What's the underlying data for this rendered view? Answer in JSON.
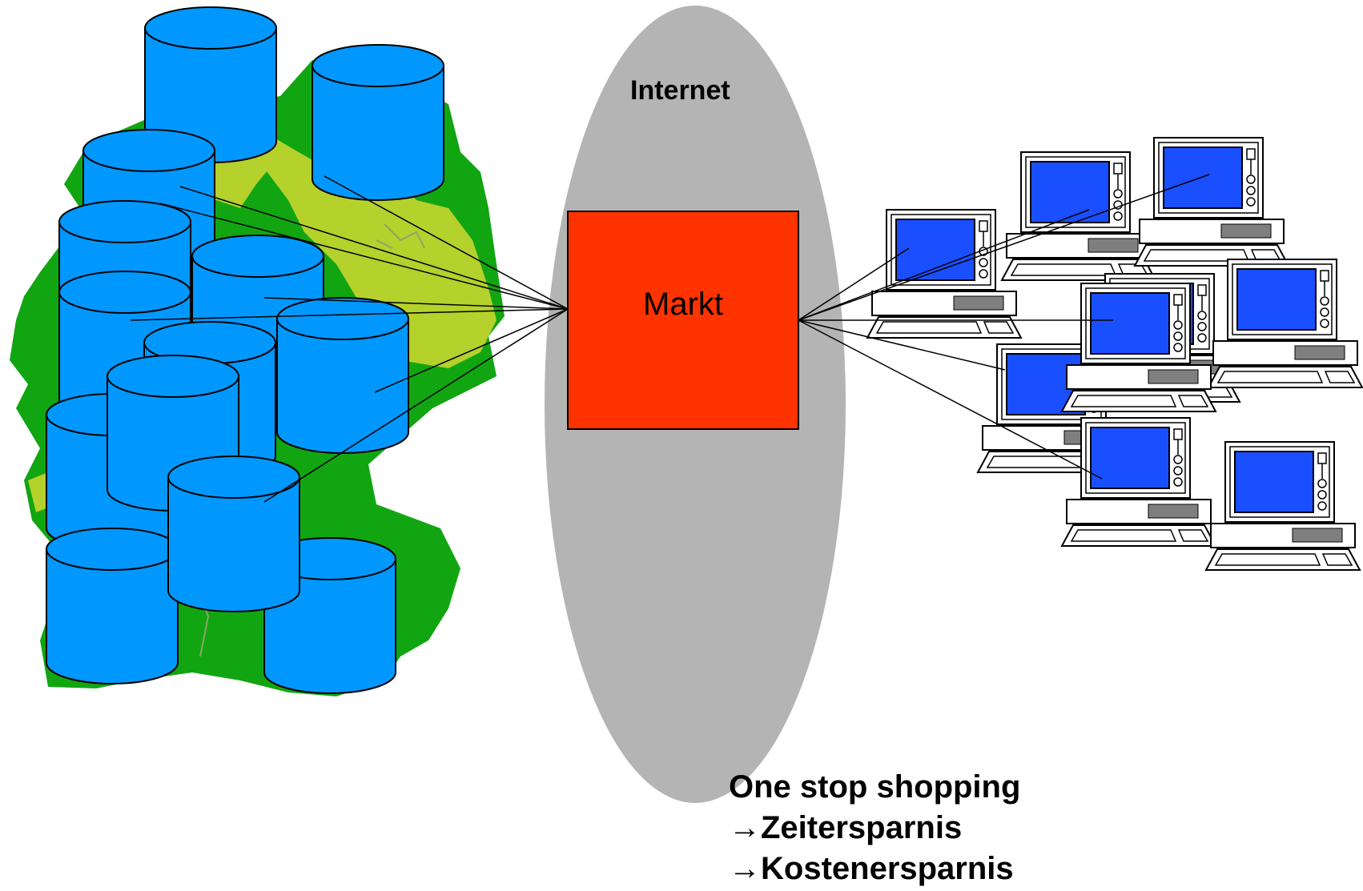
{
  "diagram": {
    "cloud_label": "Internet",
    "market_label": "Markt",
    "notes": [
      "One stop shopping",
      "→Zeitersparnis",
      "→Kostenersparnis"
    ],
    "colors": {
      "map_dark_green": "#12a512",
      "map_light_green": "#b5d12c",
      "database_fill": "#0098ff",
      "cloud_fill": "#b4b4b4",
      "market_fill": "#ff3300",
      "screen_fill": "#1a4fff"
    },
    "icons": [
      "germany-map",
      "database-icon",
      "computer-icon"
    ]
  }
}
